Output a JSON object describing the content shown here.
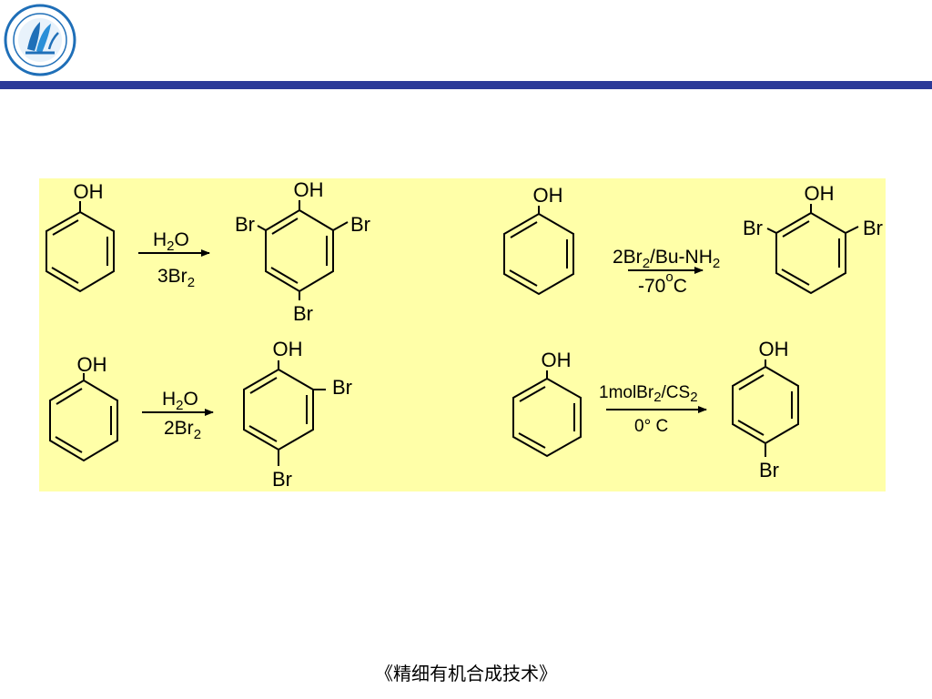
{
  "header": {
    "logo_icon": "school-emblem-icon",
    "bar_color": "#2b3a98"
  },
  "panel": {
    "background": "#ffffa8"
  },
  "reactions": [
    {
      "id": "tribromination",
      "reactant": {
        "oh": "OH"
      },
      "conditions": {
        "line1_main": "H",
        "line1_sub": "2",
        "line1_tail": "O",
        "line2_main": "3Br",
        "line2_sub": "2"
      },
      "product": {
        "oh": "OH",
        "br_left": "Br",
        "br_right": "Br",
        "br_bottom": "Br"
      }
    },
    {
      "id": "ortho-dibromination",
      "reactant": {
        "oh": "OH"
      },
      "conditions": {
        "line1_a": "2Br",
        "line1_a_sub": "2",
        "line1_b": "/Bu-NH",
        "line1_b_sub": "2",
        "line2": "-70",
        "degree": "o",
        "line2_unit": "C"
      },
      "product": {
        "oh": "OH",
        "br_left": "Br",
        "br_right": "Br"
      }
    },
    {
      "id": "dibromination",
      "reactant": {
        "oh": "OH"
      },
      "conditions": {
        "line1_main": "H",
        "line1_sub": "2",
        "line1_tail": "O",
        "line2_main": "2Br",
        "line2_sub": "2"
      },
      "product": {
        "oh": "OH",
        "br_ortho": "Br",
        "br_para": "Br"
      }
    },
    {
      "id": "para-monobromination",
      "reactant": {
        "oh": "OH"
      },
      "conditions": {
        "line1_a": "1molBr",
        "line1_a_sub": "2",
        "line1_b": "/CS",
        "line1_b_sub": "2",
        "line2": "0° C"
      },
      "product": {
        "oh": "OH",
        "br_para": "Br"
      }
    }
  ],
  "footer": {
    "title": "《精细有机合成技术》"
  }
}
